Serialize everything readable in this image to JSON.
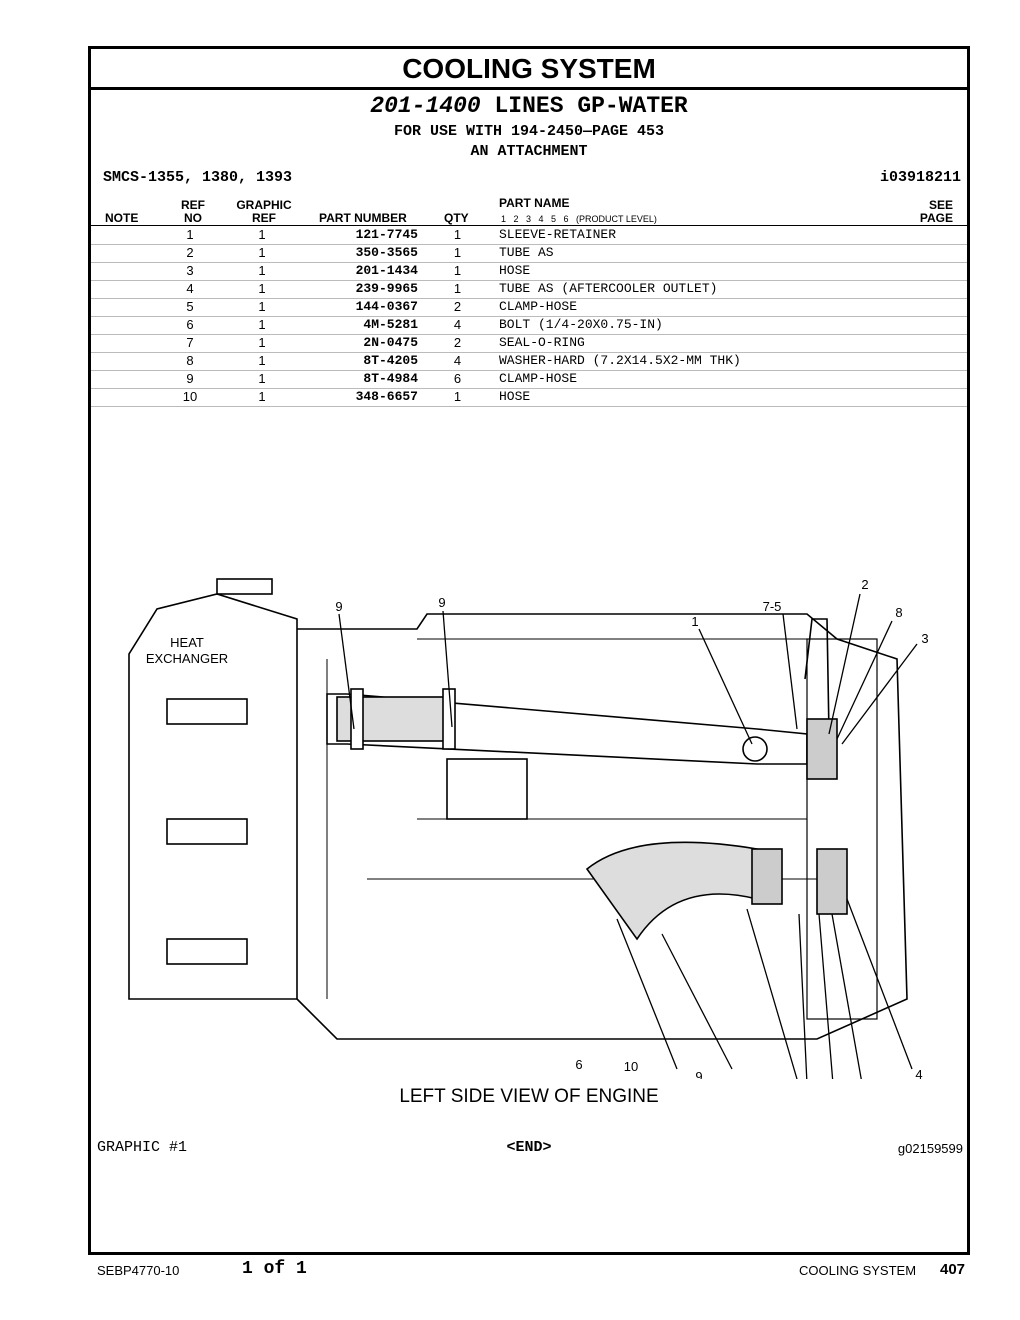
{
  "section_title": "COOLING SYSTEM",
  "group": {
    "number": "201-1400",
    "name": "LINES GP-WATER",
    "for_use": "FOR USE WITH 194-2450—PAGE 453",
    "attachment": "AN ATTACHMENT"
  },
  "smcs": "SMCS-1355, 1380, 1393",
  "ident": "i03918211",
  "headers": {
    "note": "NOTE",
    "ref": "REF",
    "no": "NO",
    "graphic": "GRAPHIC",
    "gref": "REF",
    "part_number": "PART NUMBER",
    "qty": "QTY",
    "part_name": "PART NAME",
    "product_level": "1   2   3   4   5   6   (PRODUCT LEVEL)",
    "see": "SEE",
    "page": "PAGE"
  },
  "parts": [
    {
      "ref": "1",
      "graphic": "1",
      "pn": "121-7745",
      "qty": "1",
      "name": "SLEEVE-RETAINER"
    },
    {
      "ref": "2",
      "graphic": "1",
      "pn": "350-3565",
      "qty": "1",
      "name": "TUBE AS"
    },
    {
      "ref": "3",
      "graphic": "1",
      "pn": "201-1434",
      "qty": "1",
      "name": "HOSE"
    },
    {
      "ref": "4",
      "graphic": "1",
      "pn": "239-9965",
      "qty": "1",
      "name": "TUBE AS (AFTERCOOLER OUTLET)"
    },
    {
      "ref": "5",
      "graphic": "1",
      "pn": "144-0367",
      "qty": "2",
      "name": "CLAMP-HOSE"
    },
    {
      "ref": "6",
      "graphic": "1",
      "pn": "4M-5281",
      "qty": "4",
      "name": "BOLT (1/4-20X0.75-IN)"
    },
    {
      "ref": "7",
      "graphic": "1",
      "pn": "2N-0475",
      "qty": "2",
      "name": "SEAL-O-RING"
    },
    {
      "ref": "8",
      "graphic": "1",
      "pn": "8T-4205",
      "qty": "4",
      "name": "WASHER-HARD (7.2X14.5X2-MM THK)"
    },
    {
      "ref": "9",
      "graphic": "1",
      "pn": "8T-4984",
      "qty": "6",
      "name": "CLAMP-HOSE"
    },
    {
      "ref": "10",
      "graphic": "1",
      "pn": "348-6657",
      "qty": "1",
      "name": "HOSE"
    }
  ],
  "graphic": {
    "heat_exchanger_line1": "HEAT",
    "heat_exchanger_line2": "EXCHANGER",
    "callouts": [
      "9",
      "9",
      "1",
      "7-5",
      "2",
      "8",
      "3",
      "6",
      "10",
      "9",
      "7-5",
      "2",
      "8",
      "4"
    ],
    "caption": "LEFT SIDE VIEW OF ENGINE",
    "number": "GRAPHIC #1",
    "end": "<END>",
    "id": "g02159599"
  },
  "footer": {
    "doc": "SEBP4770-10",
    "pages": "1 of 1",
    "section": "COOLING SYSTEM",
    "page": "407"
  }
}
